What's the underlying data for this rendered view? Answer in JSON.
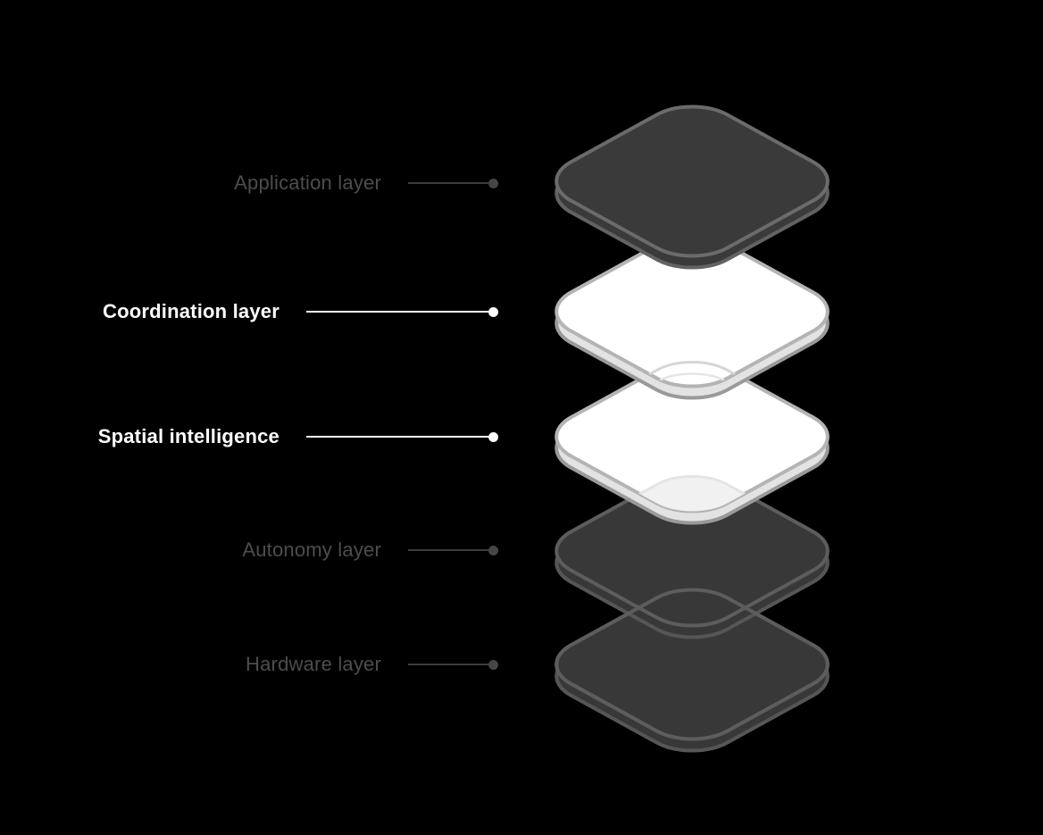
{
  "diagram_title": "",
  "background": "#000000",
  "layers": [
    {
      "id": "application",
      "label": "Application layer",
      "active": false,
      "style": "dark"
    },
    {
      "id": "coordination",
      "label": "Coordination layer",
      "active": true,
      "style": "white"
    },
    {
      "id": "spatial",
      "label": "Spatial intelligence",
      "active": true,
      "style": "white"
    },
    {
      "id": "autonomy",
      "label": "Autonomy layer",
      "active": false,
      "style": "darkDim"
    },
    {
      "id": "hardware",
      "label": "Hardware layer",
      "active": false,
      "style": "darkDim"
    }
  ],
  "colors": {
    "background": "#000000",
    "dim_text": "#4d4d4d",
    "dim_line": "#3c3c3c",
    "dim_dot": "#464646",
    "active_text": "#ffffff",
    "active_line": "#ffffff",
    "active_dot": "#ffffff",
    "dark": {
      "face": "#3a3a3a",
      "face_stroke": "#6b6b6b",
      "side": "#3a3a3a",
      "side_stroke": "#626262"
    },
    "darkDim": {
      "face": "#383838",
      "face_stroke": "#5d5d5d",
      "side": "#383838",
      "side_stroke": "#565656"
    },
    "white": {
      "face": "#ffffff",
      "face_stroke": "#b4b4b4",
      "side": "#e3e3e3",
      "side_stroke": "#9a9a9a"
    },
    "seethrough": {
      "dark_fill": "#f1f1f1",
      "dark_stroke": "#e4e4e4",
      "white_stroke": "#d6d6d6",
      "white_stroke2": "#e6e6e6"
    }
  }
}
